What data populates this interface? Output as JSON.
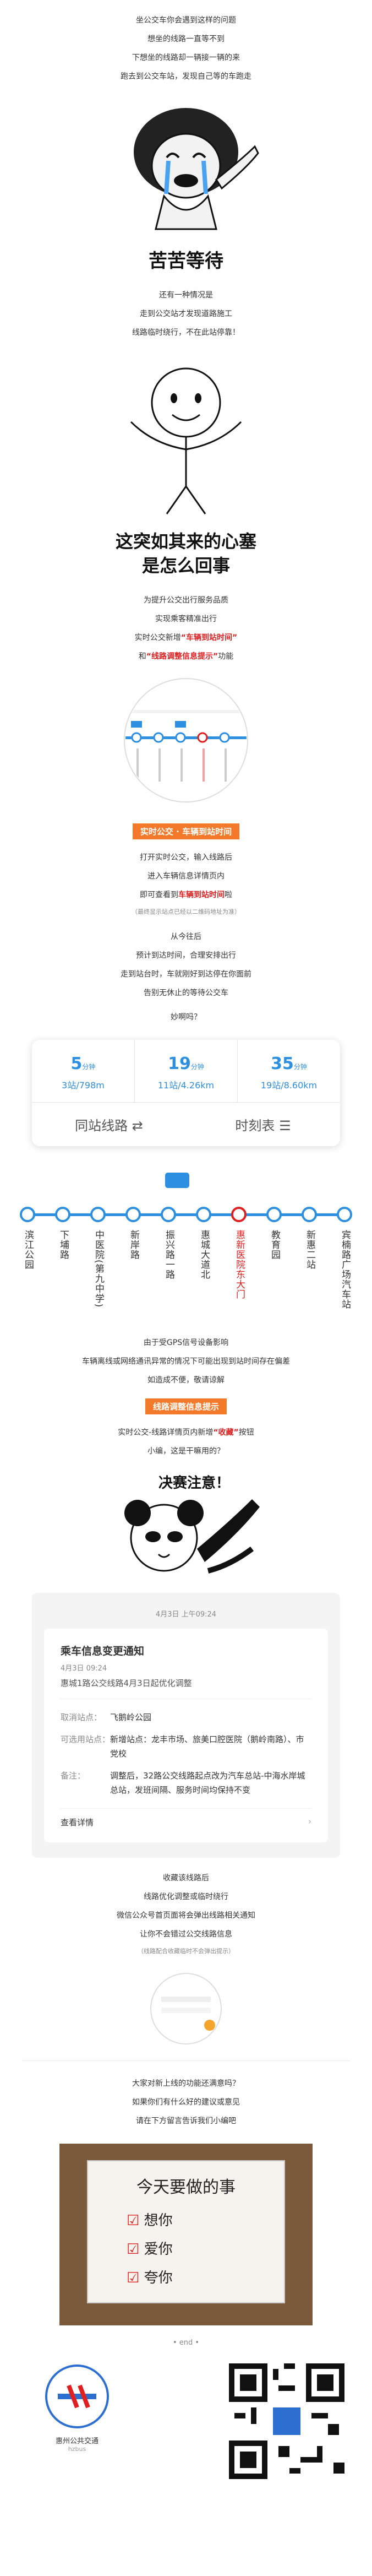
{
  "intro": [
    "坐公交车你会遇到这样的问题",
    "想坐的线路一直等不到",
    "下想坐的线路却一辆接一辆的来",
    "跑去到公交车站，发现自己等的车跑走"
  ],
  "wait_title": "苦苦等待",
  "wait_paras": [
    "还有一种情况是",
    "走到公交站才发现道路施工",
    "线路临时绕行，不在此站停靠！"
  ],
  "sudden_title_1": "这突如其来的心塞",
  "sudden_title_2": "是怎么回事",
  "features": {
    "p1": "为提升公交出行服务品质",
    "p2": "实现乘客精准出行",
    "p3_pre": "实时公交新增",
    "p3_red": "“车辆到站时间”",
    "p4_pre": "和",
    "p4_red": "“线路调整信息提示”",
    "p4_post": "功能"
  },
  "tag_arrival": "实时公交 · 车辆到站时间",
  "arrival_steps": {
    "s1": "打开实时公交，输入线路后",
    "s2": "进入车辆信息详情页内",
    "s3_pre": "即可查看到",
    "s3_red": "车辆到站时间",
    "s3_post": "啦"
  },
  "arrival_note": "（最终显示站点已经以二维码地址为准）",
  "since": [
    "从今往后",
    "预计到达时间，合理安排出行",
    "走到站台时，车就刚好到达停在你面前",
    "告别无休止的等待公交车"
  ],
  "since_tail": "妙啊吗？",
  "stop_card": {
    "cells": [
      {
        "mins": "5",
        "unit": "分钟",
        "dist": "3站/798m"
      },
      {
        "mins": "19",
        "unit": "分钟",
        "dist": "11站/4.26km"
      },
      {
        "mins": "35",
        "unit": "分钟",
        "dist": "19站/8.60km"
      }
    ],
    "btn_same": "同站线路",
    "btn_time": "时刻表"
  },
  "route_stops": [
    "滨江公园",
    "下埔路",
    "中医院(第九中学)",
    "新岸路",
    "振兴路一路",
    "惠城大道北",
    "惠新医院东大门",
    "教育园",
    "新惠二站",
    "宾楠路广场汽车站"
  ],
  "route_current_index": 6,
  "gps_paras": [
    "由于受GPS信号设备影响",
    "车辆离线或网络通讯异常的情况下可能出现到站时间存在偏差",
    "如造成不便，敬请谅解"
  ],
  "tag_adjust": "线路调整信息提示",
  "adjust_paras": {
    "p1_pre": "实时公交-线路详情页内新增",
    "p1_red": "“收藏”",
    "p1_post": "按钮",
    "p2": "小编，这是干嘛用的？"
  },
  "meme_caption": "决赛注意！",
  "notice": {
    "time": "4月3日 上午09:24",
    "title": "乘车信息变更通知",
    "date": "4月3日  09:24",
    "summary": "惠城1路公交线路4月3日起优化调整",
    "rows": [
      {
        "k": "取消站点：",
        "v": "飞鹅岭公园"
      },
      {
        "k": "可选用站点：",
        "v": "新增站点：龙丰市场、旅美口腔医院（鹅岭南路）、市党校"
      },
      {
        "k": "备注：",
        "v": "调整后，32路公交线路起点改为汽车总站-中海水岸城总站，发班间隔、服务时间均保持不变"
      }
    ],
    "detail": "查看详情"
  },
  "collect_paras": [
    "收藏该线路后",
    "线路优化调整或临时绕行",
    "微信公众号首页面将会弹出线路相关通知",
    "让你不会错过公交线路信息"
  ],
  "collect_note": "（线路配合收藏临时不会弹出提示）",
  "outro": [
    "大家对新上线的功能还满意吗？",
    "如果你们有什么好的建议或意见",
    "请在下方留言告诉我们小编吧"
  ],
  "todo_card": {
    "title": "今天要做的事",
    "items": [
      "想你",
      "爱你",
      "夸你"
    ]
  },
  "end_text": "end",
  "footer": {
    "brand_name": "惠州公共交通",
    "brand_sub": "hzbus"
  },
  "colors": {
    "accent": "#2c8fe0",
    "red": "#e02020",
    "orange": "#f47a2b"
  }
}
